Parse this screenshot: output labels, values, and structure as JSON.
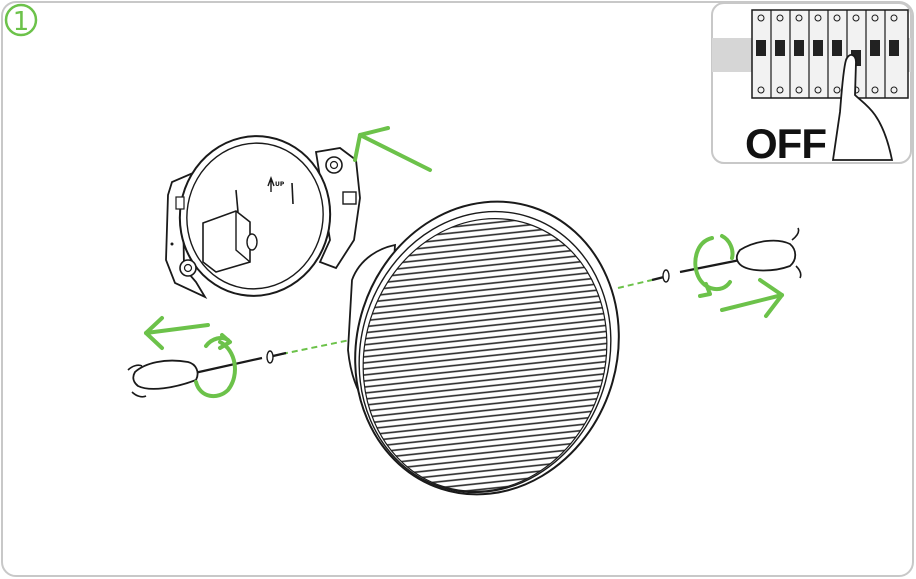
{
  "step": {
    "number": "1"
  },
  "inset": {
    "breaker_state_label": "OFF"
  },
  "bracket": {
    "orientation_label": "UP"
  },
  "colors": {
    "accent": "#6cc24a",
    "frame": "#c8c8c8",
    "line": "#1a1a1a"
  },
  "icons": [
    "step-number-badge",
    "circuit-breaker-off-illustration",
    "speaker-grille",
    "mounting-bracket",
    "screwdriver-icon",
    "screw-icon",
    "arrow-icon",
    "rotate-arrow-icon"
  ]
}
